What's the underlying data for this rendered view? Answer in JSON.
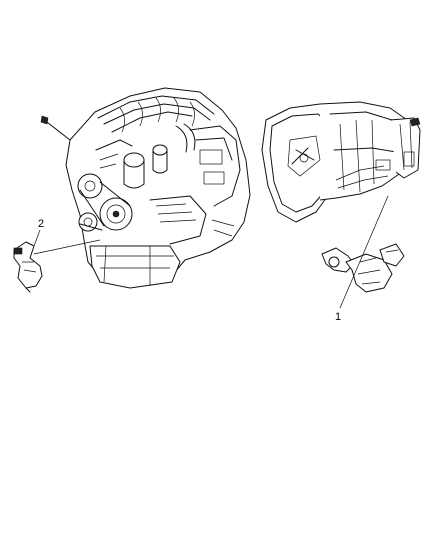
{
  "diagram": {
    "callouts": [
      {
        "id": "2",
        "label": "2"
      },
      {
        "id": "1",
        "label": "1"
      }
    ],
    "parts": [
      {
        "name": "engine-assembly-icon"
      },
      {
        "name": "transmission-assembly-icon"
      },
      {
        "name": "crankshaft-position-sensor-icon"
      },
      {
        "name": "camshaft-position-sensor-icon"
      }
    ]
  }
}
